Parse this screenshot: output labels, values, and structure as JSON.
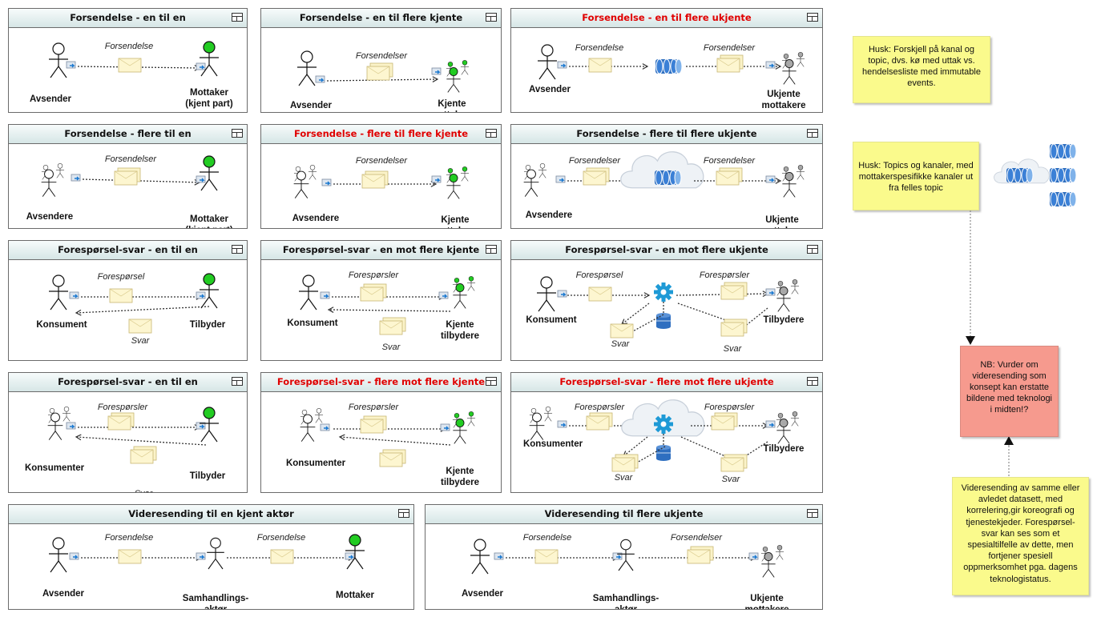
{
  "panels": [
    {
      "title": "Forsendelse - en til en",
      "red": false,
      "left": "Avsender",
      "right": "Mottaker\n(kjent part)",
      "msg1": "Forsendelse"
    },
    {
      "title": "Forsendelse - en til flere kjente",
      "red": false,
      "left": "Avsender",
      "right": "Kjente\nmottakere",
      "msg1": "Forsendelser"
    },
    {
      "title": "Forsendelse - en til flere ukjente",
      "red": true,
      "left": "Avsender",
      "right": "Ukjente\nmottakere",
      "msg1": "Forsendelse",
      "msg2": "Forsendelser"
    },
    {
      "title": "Forsendelse - flere til en",
      "red": false,
      "left": "Avsendere",
      "right": "Mottaker\n(kjent part)",
      "msg1": "Forsendelser"
    },
    {
      "title": "Forsendelse - flere til flere kjente",
      "red": true,
      "left": "Avsendere",
      "right": "Kjente\nmottakere",
      "msg1": "Forsendelser"
    },
    {
      "title": "Forsendelse - flere til flere ukjente",
      "red": false,
      "left": "Avsendere",
      "right": "Ukjente\nmottakere",
      "msg1": "Forsendelser",
      "msg2": "Forsendelser"
    },
    {
      "title": "Forespørsel-svar - en til en",
      "red": false,
      "left": "Konsument",
      "right": "Tilbyder",
      "msg1": "Forespørsel",
      "msg2": "Svar"
    },
    {
      "title": "Forespørsel-svar - en mot flere kjente",
      "red": false,
      "left": "Konsument",
      "right": "Kjente\ntilbydere",
      "msg1": "Forespørsler",
      "msg2": "Svar"
    },
    {
      "title": "Forespørsel-svar - en mot flere ukjente",
      "red": false,
      "left": "Konsument",
      "right": "Tilbydere",
      "msg1": "Forespørsel",
      "msg2": "Forespørsler",
      "msg3": "Svar",
      "msg4": "Svar"
    },
    {
      "title": "Forespørsel-svar - en til en",
      "red": false,
      "left": "Konsumenter",
      "right": "Tilbyder",
      "msg1": "Forespørsler",
      "msg2": "Svar"
    },
    {
      "title": "Forespørsel-svar - flere mot flere kjente",
      "red": true,
      "left": "Konsumenter",
      "right": "Kjente\ntilbydere",
      "msg1": "Forespørsler",
      "msg2": "Svar"
    },
    {
      "title": "Forespørsel-svar - flere mot flere ukjente",
      "red": true,
      "left": "Konsumenter",
      "right": "Tilbydere",
      "msg1": "Forespørsler",
      "msg2": "Forespørsler",
      "msg3": "Svar",
      "msg4": "Svar"
    },
    {
      "title": "Videresending til en kjent aktør",
      "red": false,
      "left": "Avsender",
      "mid": "Samhandlings-\naktør",
      "right": "Mottaker",
      "msg1": "Forsendelse",
      "msg2": "Forsendelse"
    },
    {
      "title": "Videresending til flere ukjente",
      "red": false,
      "left": "Avsender",
      "mid": "Samhandlings-\naktør",
      "right": "Ukjente\nmottakere",
      "msg1": "Forsendelse",
      "msg2": "Forsendelser"
    }
  ],
  "notes": {
    "n1": "Husk: Forskjell på kanal og topic, dvs. kø med uttak vs. hendelsesliste med immutable events.",
    "n2": "Husk: Topics og kanaler, med mottakerspesifikke kanaler ut fra felles topic",
    "n3": "NB: Vurder om videresending som konsept kan erstatte bildene med teknologi i midten!?",
    "n4": "Videresending av samme eller avledet datasett, med korrelering,gir koreografi og tjenestekjeder. Forespørsel-svar kan ses som et spesialtilfelle av dette, men fortjener spesiell oppmerksomhet pga. dagens teknologistatus."
  },
  "colors": {
    "known": "#22cc22",
    "unknown": "#a8a8a8",
    "queue": "#2f6fc0",
    "note": "#fafa8c",
    "nb": "#f69a8e"
  }
}
